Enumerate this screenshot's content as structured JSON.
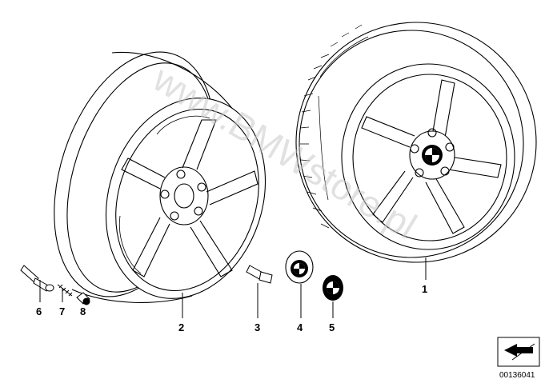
{
  "diagram": {
    "watermark": "www.BMWstore.pl",
    "image_code": "00136041",
    "callouts": [
      {
        "number": "1",
        "part": "complete-wheel-with-tyre"
      },
      {
        "number": "2",
        "part": "light-alloy-rim"
      },
      {
        "number": "3",
        "part": "wheel-bolt"
      },
      {
        "number": "4",
        "part": "hub-cap"
      },
      {
        "number": "5",
        "part": "emblem"
      },
      {
        "number": "6",
        "part": "valve"
      },
      {
        "number": "7",
        "part": "valve-insert"
      },
      {
        "number": "8",
        "part": "valve-cap"
      }
    ],
    "icons": {
      "corner_symbol": "arrow-box-icon"
    }
  }
}
